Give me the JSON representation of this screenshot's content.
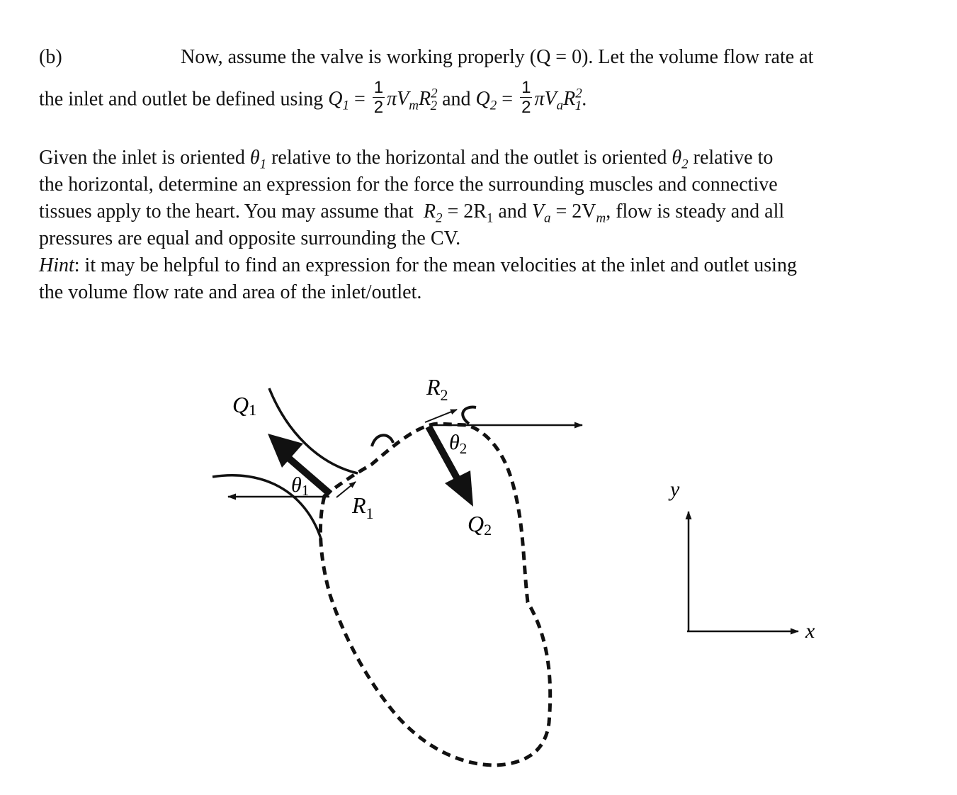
{
  "part_label": "(b)",
  "paragraph1": {
    "line1": "Now, assume the valve is working properly (Q = 0). Let the volume flow rate at",
    "line2_prefix": "the inlet and outlet be defined using",
    "eq1_lhs": "Q",
    "eq1_lhs_sub": "1",
    "eq1_equals": "=",
    "frac_num": "1",
    "frac_den": "2",
    "eq1_rhs": "πV",
    "eq1_rhs_sub": "m",
    "eq1_rhs2": "R",
    "eq1_rhs2_sup": "2",
    "eq1_rhs2_sub": "2",
    "and_word": "and",
    "eq2_lhs": "Q",
    "eq2_lhs_sub": "2",
    "eq2_rhs": "πV",
    "eq2_rhs_sub": "a",
    "eq2_rhs2": "R",
    "eq2_rhs2_sup": "2",
    "eq2_rhs2_sub": "1",
    "end": "."
  },
  "paragraph2": {
    "line1_a": "Given the inlet is oriented",
    "theta": "θ",
    "sub1": "1",
    "line1_b": "relative to the horizontal and the outlet is oriented",
    "sub2": "2",
    "line1_c": "relative to",
    "line2": "the horizontal, determine an expression for the force the surrounding muscles and connective",
    "line3_a": "tissues apply to the heart. You may assume that",
    "r": "R",
    "line3_eq1": "= 2R",
    "line3_and": "and",
    "v": "V",
    "a": "a",
    "line3_eq2": "= 2V",
    "m": "m",
    "line3_b": ", flow is steady and all",
    "line4": "pressures are equal and opposite surrounding the CV."
  },
  "hint": {
    "label": "Hint",
    "line1": ": it may be helpful to find an expression for the mean velocities at the inlet and outlet using",
    "line2": "the volume flow rate and area of the inlet/outlet."
  },
  "diagram": {
    "q": "Q",
    "r": "R",
    "theta": "θ",
    "s1": "1",
    "s2": "2",
    "y_axis": "y",
    "x_axis": "x"
  }
}
